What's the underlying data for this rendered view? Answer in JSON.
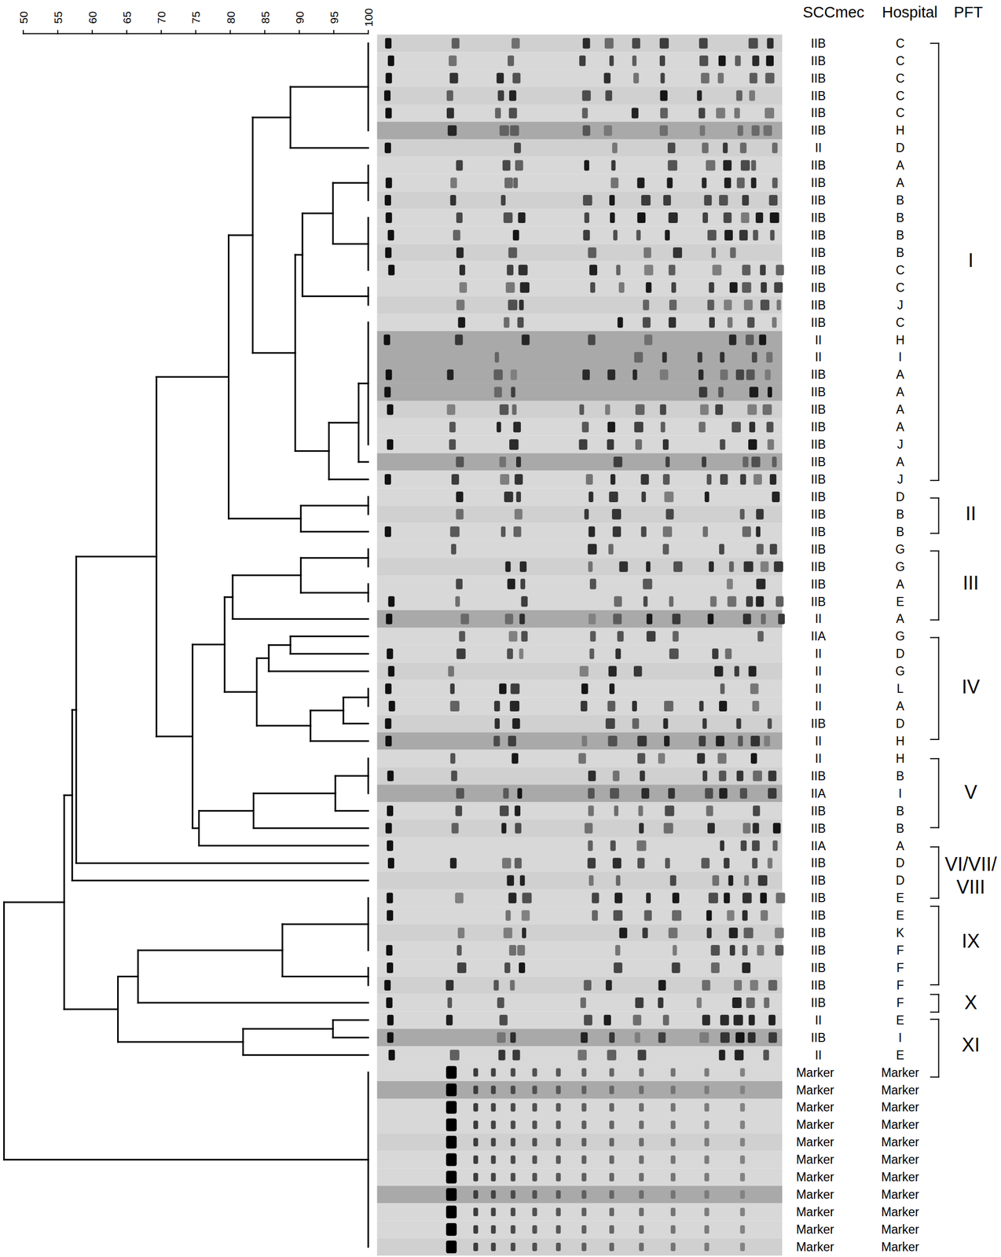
{
  "diagram": {
    "labels": [
      "50",
      "55",
      "60",
      "65",
      "70",
      "75",
      "80",
      "85",
      "90",
      "95",
      "100",
      "SCCmec",
      "Hospital",
      "PFT",
      "IIB",
      "C",
      "IIB",
      "C",
      "IIB",
      "C",
      "IIB",
      "C",
      "IIB",
      "C",
      "IIB",
      "H",
      "II",
      "D",
      "IIB",
      "A",
      "IIB",
      "A",
      "IIB",
      "B",
      "IIB",
      "B",
      "IIB",
      "B",
      "IIB",
      "B",
      "IIB",
      "C",
      "IIB",
      "C",
      "IIB",
      "J",
      "IIB",
      "C",
      "II",
      "H",
      "II",
      "I",
      "IIB",
      "A",
      "IIB",
      "A",
      "IIB",
      "A",
      "IIB",
      "A",
      "IIB",
      "J",
      "IIB",
      "A",
      "IIB",
      "J",
      "IIB",
      "D",
      "IIB",
      "B",
      "IIB",
      "B",
      "IIB",
      "G",
      "IIB",
      "G",
      "IIB",
      "A",
      "IIB",
      "E",
      "II",
      "A",
      "IIA",
      "G",
      "II",
      "D",
      "II",
      "G",
      "II",
      "L",
      "II",
      "A",
      "IIB",
      "D",
      "II",
      "H",
      "II",
      "H",
      "IIB",
      "B",
      "IIA",
      "I",
      "IIB",
      "B",
      "IIB",
      "B",
      "IIA",
      "A",
      "IIB",
      "D",
      "IIB",
      "D",
      "IIB",
      "E",
      "IIB",
      "E",
      "IIB",
      "K",
      "IIB",
      "F",
      "IIB",
      "F",
      "IIB",
      "F",
      "IIB",
      "F",
      "II",
      "E",
      "IIB",
      "I",
      "II",
      "E",
      "Marker",
      "Marker",
      "Marker",
      "Marker",
      "Marker",
      "Marker",
      "Marker",
      "Marker",
      "Marker",
      "Marker",
      "Marker",
      "Marker",
      "Marker",
      "Marker",
      "Marker",
      "Marker",
      "Marker",
      "Marker",
      "Marker",
      "Marker",
      "Marker",
      "Marker",
      "I",
      "II",
      "III",
      "IV",
      "V",
      "VI/VII/ VIII",
      "IX",
      "X",
      "XI"
    ]
  }
}
